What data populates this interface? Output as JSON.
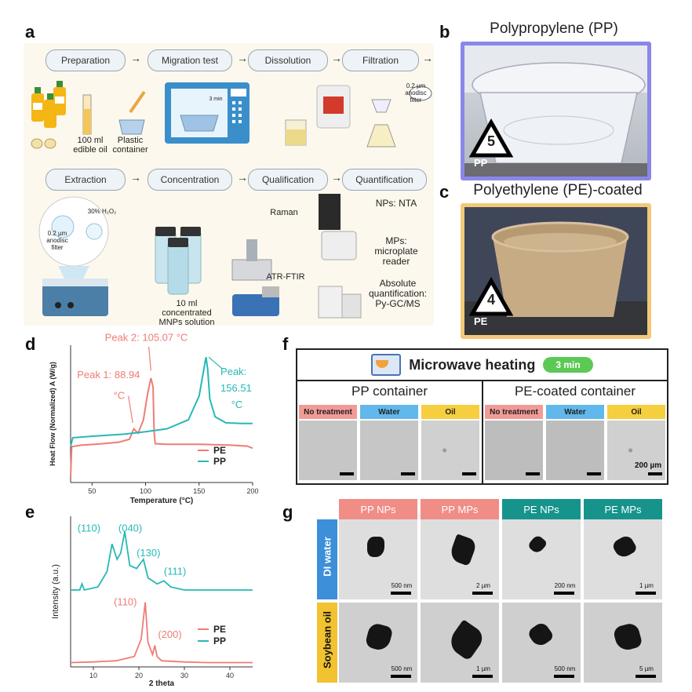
{
  "labels": {
    "a": "a",
    "b": "b",
    "c": "c",
    "d": "d",
    "e": "e",
    "f": "f",
    "g": "g"
  },
  "panel_a": {
    "row1": [
      "Preparation",
      "Migration test",
      "Dissolution",
      "Filtration"
    ],
    "row2": [
      "Extraction",
      "Concentration",
      "Qualification",
      "Quantification"
    ],
    "oil_label": "oil",
    "edible_oil": "100 ml edible oil",
    "plastic_container": "Plastic container",
    "timer": "3 min",
    "filter_note": "0.2 µm anodisc filter",
    "h2o2": "30% H₂O₂",
    "anodisc": "0.2 µm anodisc filter",
    "concentrated": "10 ml concentrated MNPs solution",
    "raman": "Raman",
    "atr": "ATR-FTIR",
    "nta": "NPs: NTA",
    "microplate": "MPs: microplate reader",
    "pygcms": "Absolute quantification: Py-GC/MS"
  },
  "panel_b": {
    "title": "Polypropylene (PP)",
    "code": "5",
    "abbr": "PP",
    "frame_color": "#8a87e8"
  },
  "panel_c": {
    "title": "Polyethylene (PE)-coated",
    "code": "4",
    "abbr": "PE",
    "frame_color": "#f3c978"
  },
  "chart_data": [
    {
      "type": "line",
      "panel": "d",
      "xlabel": "Temperature (°C)",
      "ylabel": "Heat Flow (Normalized) A (W/g)",
      "xlim": [
        30,
        200
      ],
      "xticks": [
        50,
        100,
        150,
        200
      ],
      "series": [
        {
          "name": "PE",
          "color": "#ee7d74",
          "x": [
            30,
            31,
            40,
            60,
            75,
            85,
            89,
            93,
            98,
            102,
            105,
            107,
            108,
            109,
            120,
            150,
            180,
            195,
            200
          ],
          "y": [
            -1.0,
            0.0,
            0.05,
            0.1,
            0.15,
            0.25,
            0.6,
            0.45,
            0.9,
            1.8,
            2.3,
            2.0,
            0.5,
            0.1,
            0.08,
            0.08,
            0.05,
            0.02,
            -0.05
          ]
        },
        {
          "name": "PP",
          "color": "#27b9b5",
          "x": [
            30,
            32,
            50,
            80,
            100,
            120,
            140,
            150,
            154,
            156.5,
            158,
            160,
            165,
            175,
            190,
            200
          ],
          "y": [
            0.0,
            0.3,
            0.35,
            0.42,
            0.5,
            0.6,
            0.9,
            1.7,
            2.5,
            3.0,
            2.6,
            1.6,
            1.0,
            0.8,
            0.78,
            0.78
          ]
        }
      ],
      "annotations": [
        {
          "text": "Peak 2: 105.07 °C",
          "color": "#ee7d74"
        },
        {
          "text": "Peak 1: 88.94 °C",
          "color": "#ee7d74"
        },
        {
          "text": "Peak: 156.51 °C",
          "color": "#27b9b5"
        }
      ]
    },
    {
      "type": "line",
      "panel": "e",
      "xlabel": "2 theta",
      "ylabel": "Intensity (a.u.)",
      "xlim": [
        5,
        45
      ],
      "xticks": [
        10,
        20,
        30,
        40
      ],
      "series": [
        {
          "name": "PE",
          "color": "#ee7d74",
          "x": [
            5,
            10,
            15,
            19,
            20.5,
            21.4,
            22,
            23,
            23.5,
            24,
            25,
            30,
            35,
            40,
            45
          ],
          "y": [
            0.02,
            0.03,
            0.05,
            0.12,
            0.4,
            1.0,
            0.35,
            0.15,
            0.3,
            0.12,
            0.05,
            0.03,
            0.02,
            0.02,
            0.02
          ]
        },
        {
          "name": "PP",
          "color": "#27b9b5",
          "x": [
            5,
            7,
            7.5,
            8,
            11,
            13,
            14.1,
            15.2,
            16,
            16.9,
            18,
            19.5,
            21,
            22,
            24,
            25.5,
            27,
            30,
            35,
            40,
            45
          ],
          "y": [
            1.2,
            1.2,
            1.3,
            1.2,
            1.25,
            1.5,
            1.95,
            1.7,
            1.8,
            2.15,
            1.6,
            1.55,
            1.7,
            1.4,
            1.3,
            1.35,
            1.25,
            1.2,
            1.2,
            1.2,
            1.2
          ]
        }
      ],
      "annotations": [
        {
          "text": "(110)",
          "color": "#27b9b5"
        },
        {
          "text": "(040)",
          "color": "#27b9b5"
        },
        {
          "text": "(130)",
          "color": "#27b9b5"
        },
        {
          "text": "(111)",
          "color": "#27b9b5"
        },
        {
          "text": "(110)",
          "color": "#ee7d74"
        },
        {
          "text": "(200)",
          "color": "#ee7d74"
        }
      ]
    }
  ],
  "panel_f": {
    "title": "Microwave heating",
    "badge": "3 min",
    "pp": "PP container",
    "pe": "PE-coated container",
    "tabs": [
      {
        "label": "No treatment",
        "color": "#f29b96"
      },
      {
        "label": "Water",
        "color": "#61b8ea"
      },
      {
        "label": "Oil",
        "color": "#f5cf3e"
      },
      {
        "label": "No treatment",
        "color": "#f29b96"
      },
      {
        "label": "Water",
        "color": "#61b8ea"
      },
      {
        "label": "Oil",
        "color": "#f5cf3e"
      }
    ],
    "scale": "200 µm"
  },
  "panel_g": {
    "cols": [
      {
        "label": "PP NPs",
        "color": "#f08d86"
      },
      {
        "label": "PP MPs",
        "color": "#f08d86"
      },
      {
        "label": "PE NPs",
        "color": "#16948c"
      },
      {
        "label": "PE MPs",
        "color": "#16948c"
      }
    ],
    "rows": [
      {
        "label": "DI water",
        "color": "#3c8fd8"
      },
      {
        "label": "Soybean oil",
        "color": "#f2c230"
      }
    ],
    "scales": [
      [
        "500 nm",
        "2 µm",
        "200 nm",
        "1 µm"
      ],
      [
        "500 nm",
        "1 µm",
        "500 nm",
        "5 µm"
      ]
    ]
  }
}
